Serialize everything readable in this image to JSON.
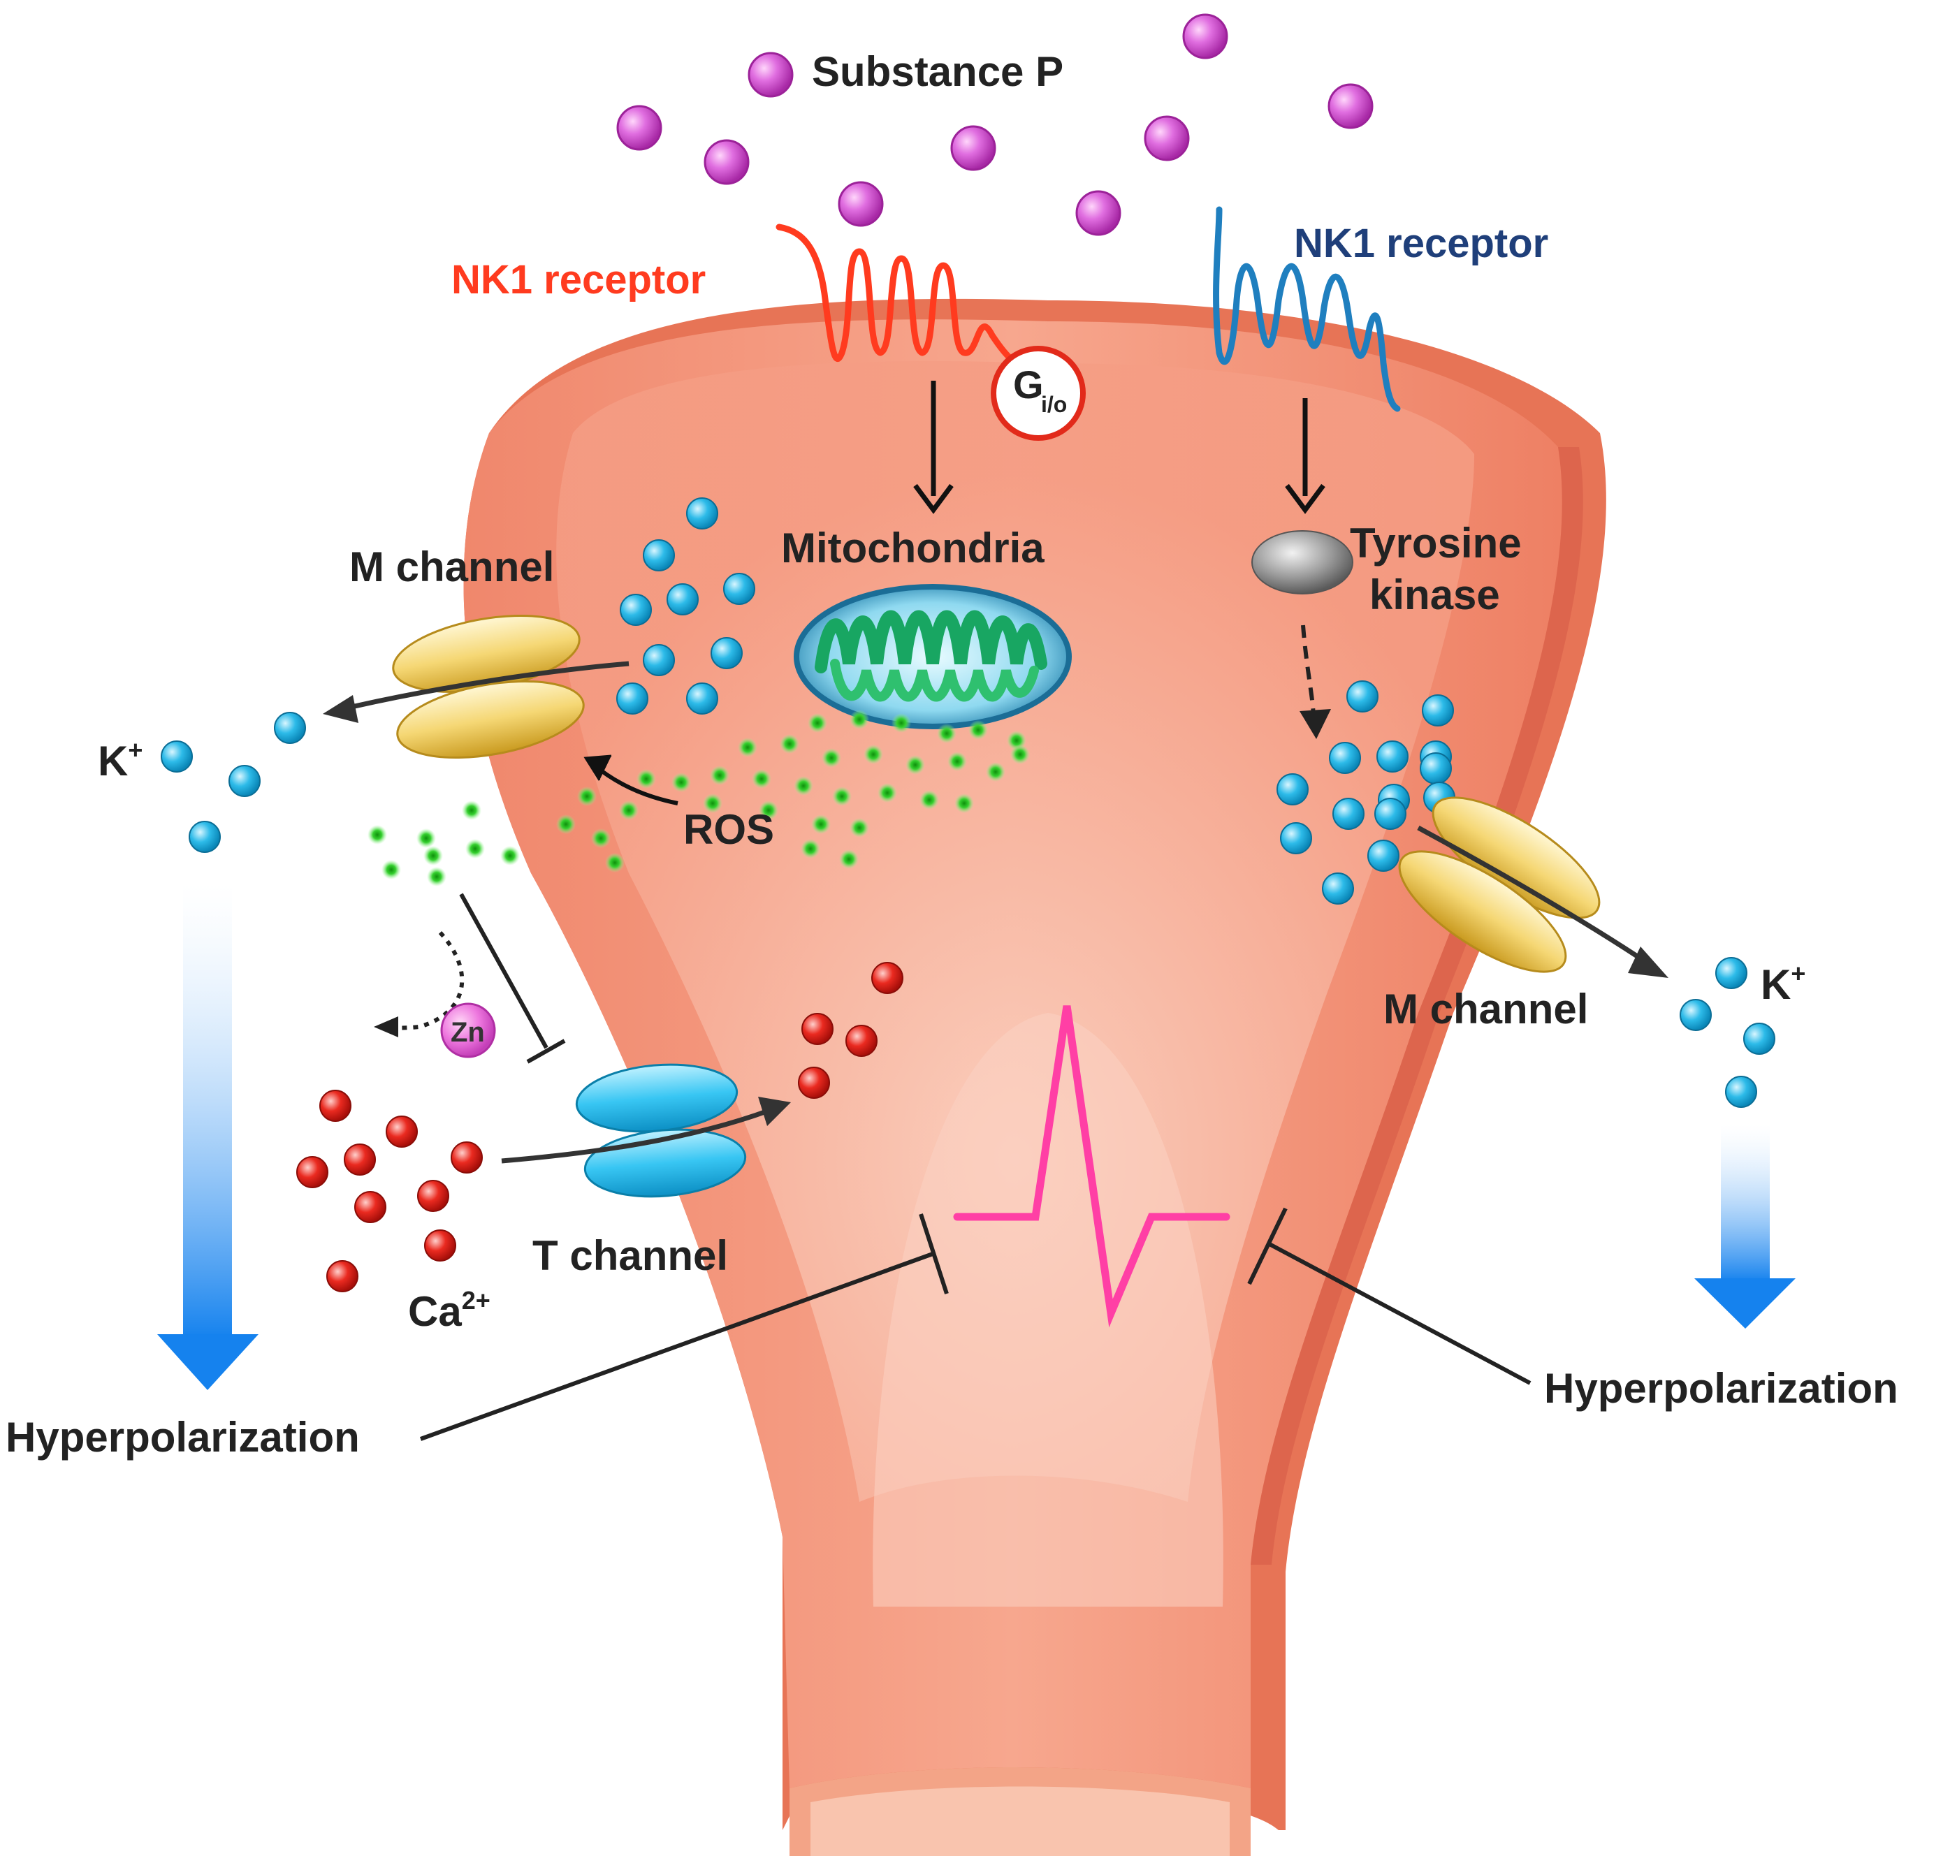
{
  "labels": {
    "substance_p": "Substance P",
    "nk1_left": "NK1 receptor",
    "nk1_right": "NK1 receptor",
    "g_main": "G",
    "g_sub": "i/o",
    "mitochondria": "Mitochondria",
    "tyrosine_line1": "Tyrosine",
    "tyrosine_line2": "kinase",
    "m_channel_left": "M channel",
    "m_channel_right": "M channel",
    "k_left_main": "K",
    "k_left_sup": "+",
    "k_right_main": "K",
    "k_right_sup": "+",
    "ros": "ROS",
    "zn": "Zn",
    "t_channel": "T channel",
    "ca_main": "Ca",
    "ca_sup": "2+",
    "hyper_left": "Hyperpolarization",
    "hyper_right": "Hyperpolarization"
  },
  "colors": {
    "nk1_left": "#ff3b1f",
    "nk1_right": "#1f7fbf",
    "label_right_blue": "#1f3f7a",
    "cell_body": "#f49a82",
    "cell_inner": "#f8b49e",
    "k_ion": "#2bb8e8",
    "ca_ion": "#e8231a",
    "substance_p": "#d94fd6",
    "ros": "#22c41f",
    "m_channel": "#f2d36b",
    "t_channel": "#35c4f2",
    "waveform": "#ff3fa5",
    "hyper_arrow": "#1a87f0"
  }
}
